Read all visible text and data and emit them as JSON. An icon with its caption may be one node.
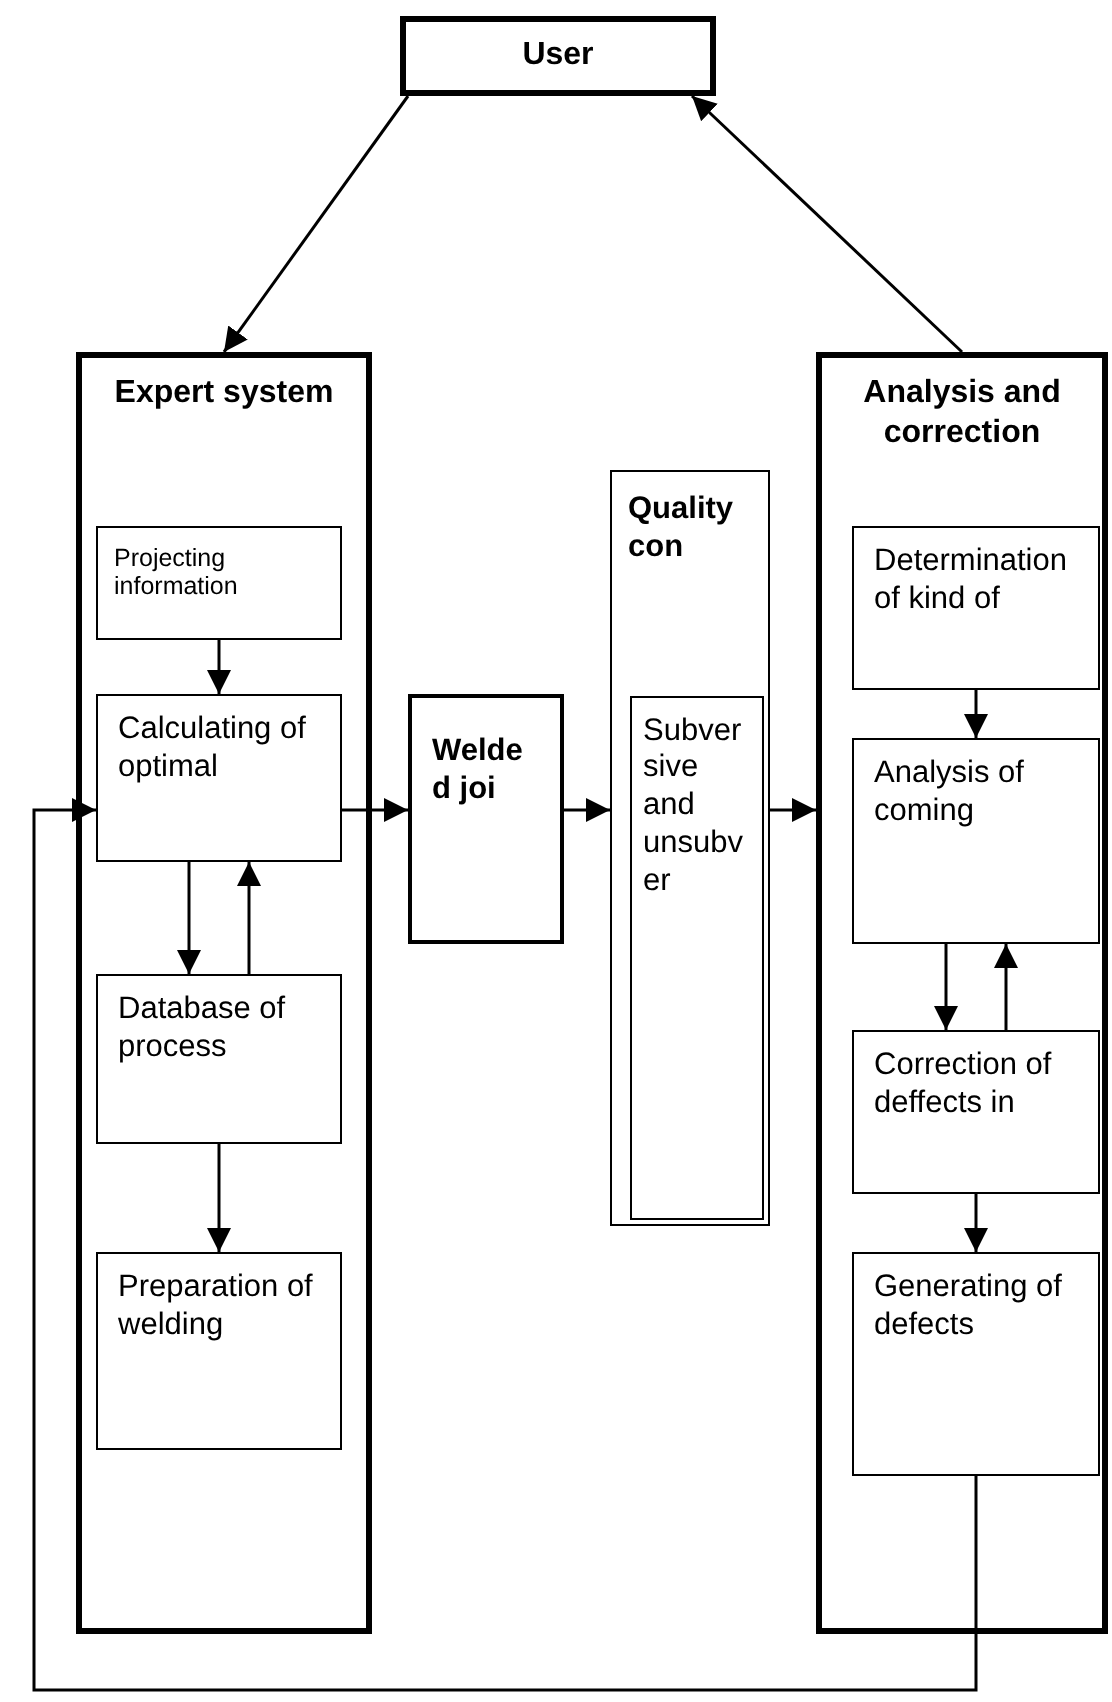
{
  "diagram": {
    "nodes": [
      {
        "text": [
          "User"
        ]
      },
      {
        "text": [
          "Expert system"
        ]
      },
      {
        "text": [
          "Projecting information"
        ],
        "in": 1
      },
      {
        "text": [
          "Calculating of optimal"
        ],
        "in": 1
      },
      {
        "text": [
          "Database of process"
        ],
        "in": 1
      },
      {
        "text": [
          "Preparation of welding"
        ],
        "in": 1
      },
      {
        "text": [
          "Welded joi"
        ]
      },
      {
        "text": [
          "Quality con"
        ]
      },
      {
        "text": [
          "Subversive and unsubver"
        ],
        "in": 7
      },
      {
        "text": [
          "Analysis and correction"
        ]
      },
      {
        "text": [
          "Determination of kind of"
        ],
        "in": 9
      },
      {
        "text": [
          "Analysis of coming"
        ],
        "in": 9
      },
      {
        "text": [
          "Correction of deffects in"
        ],
        "in": 9
      },
      {
        "text": [
          "Generating of defects"
        ],
        "in": 9
      }
    ],
    "edges": [
      {
        "from": 0,
        "to": 1,
        "arrow": "to"
      },
      {
        "from": 9,
        "to": 0,
        "arrow": "to"
      },
      {
        "from": 2,
        "to": 3,
        "arrow": "to"
      },
      {
        "from": 3,
        "to": 4,
        "arrow": "to"
      },
      {
        "from": 4,
        "to": 3,
        "arrow": "to"
      },
      {
        "from": 4,
        "to": 5,
        "arrow": "to"
      },
      {
        "from": 3,
        "to": 6,
        "arrow": "to"
      },
      {
        "from": 6,
        "to": 7,
        "arrow": "to"
      },
      {
        "from": 7,
        "to": 9,
        "arrow": "to"
      },
      {
        "from": 10,
        "to": 11,
        "arrow": "to"
      },
      {
        "from": 11,
        "to": 12,
        "arrow": "to"
      },
      {
        "from": 12,
        "to": 11,
        "arrow": "to"
      },
      {
        "from": 12,
        "to": 13,
        "arrow": "to"
      },
      {
        "from": 13,
        "to": 3,
        "arrow": "to"
      }
    ]
  }
}
